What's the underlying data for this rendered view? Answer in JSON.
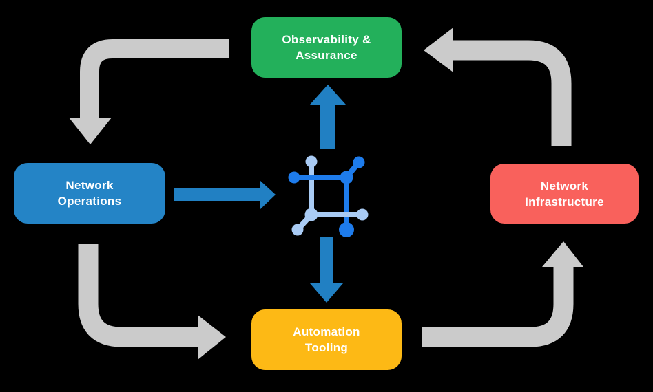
{
  "diagram": {
    "background_color": "#000000",
    "nodes": {
      "observability": {
        "label": "Observability &\nAssurance",
        "color": "#23B05B"
      },
      "operations": {
        "label": "Network\nOperations",
        "color": "#2484C6"
      },
      "infrastructure": {
        "label": "Network\nInfrastructure",
        "color": "#F9615C"
      },
      "automation": {
        "label": "Automation\nTooling",
        "color": "#FDB915"
      }
    },
    "center_icon": {
      "name": "network-fabric-icon",
      "color_dark_blue": "#1E7CEC",
      "color_light_blue": "#A9CBF4"
    },
    "arrow_colors": {
      "cycle_gray": "#CBCBCB",
      "hub_blue": "#2180C3"
    },
    "flows": [
      {
        "from": "observability",
        "to": "operations",
        "style": "gray-elbow"
      },
      {
        "from": "operations",
        "to": "automation",
        "style": "gray-elbow"
      },
      {
        "from": "automation",
        "to": "infrastructure",
        "style": "gray-elbow"
      },
      {
        "from": "infrastructure",
        "to": "observability",
        "style": "gray-elbow"
      },
      {
        "from": "operations",
        "to": "center-icon",
        "style": "blue-straight"
      },
      {
        "from": "center-icon",
        "to": "observability",
        "style": "blue-straight"
      },
      {
        "from": "center-icon",
        "to": "automation",
        "style": "blue-straight"
      }
    ]
  }
}
